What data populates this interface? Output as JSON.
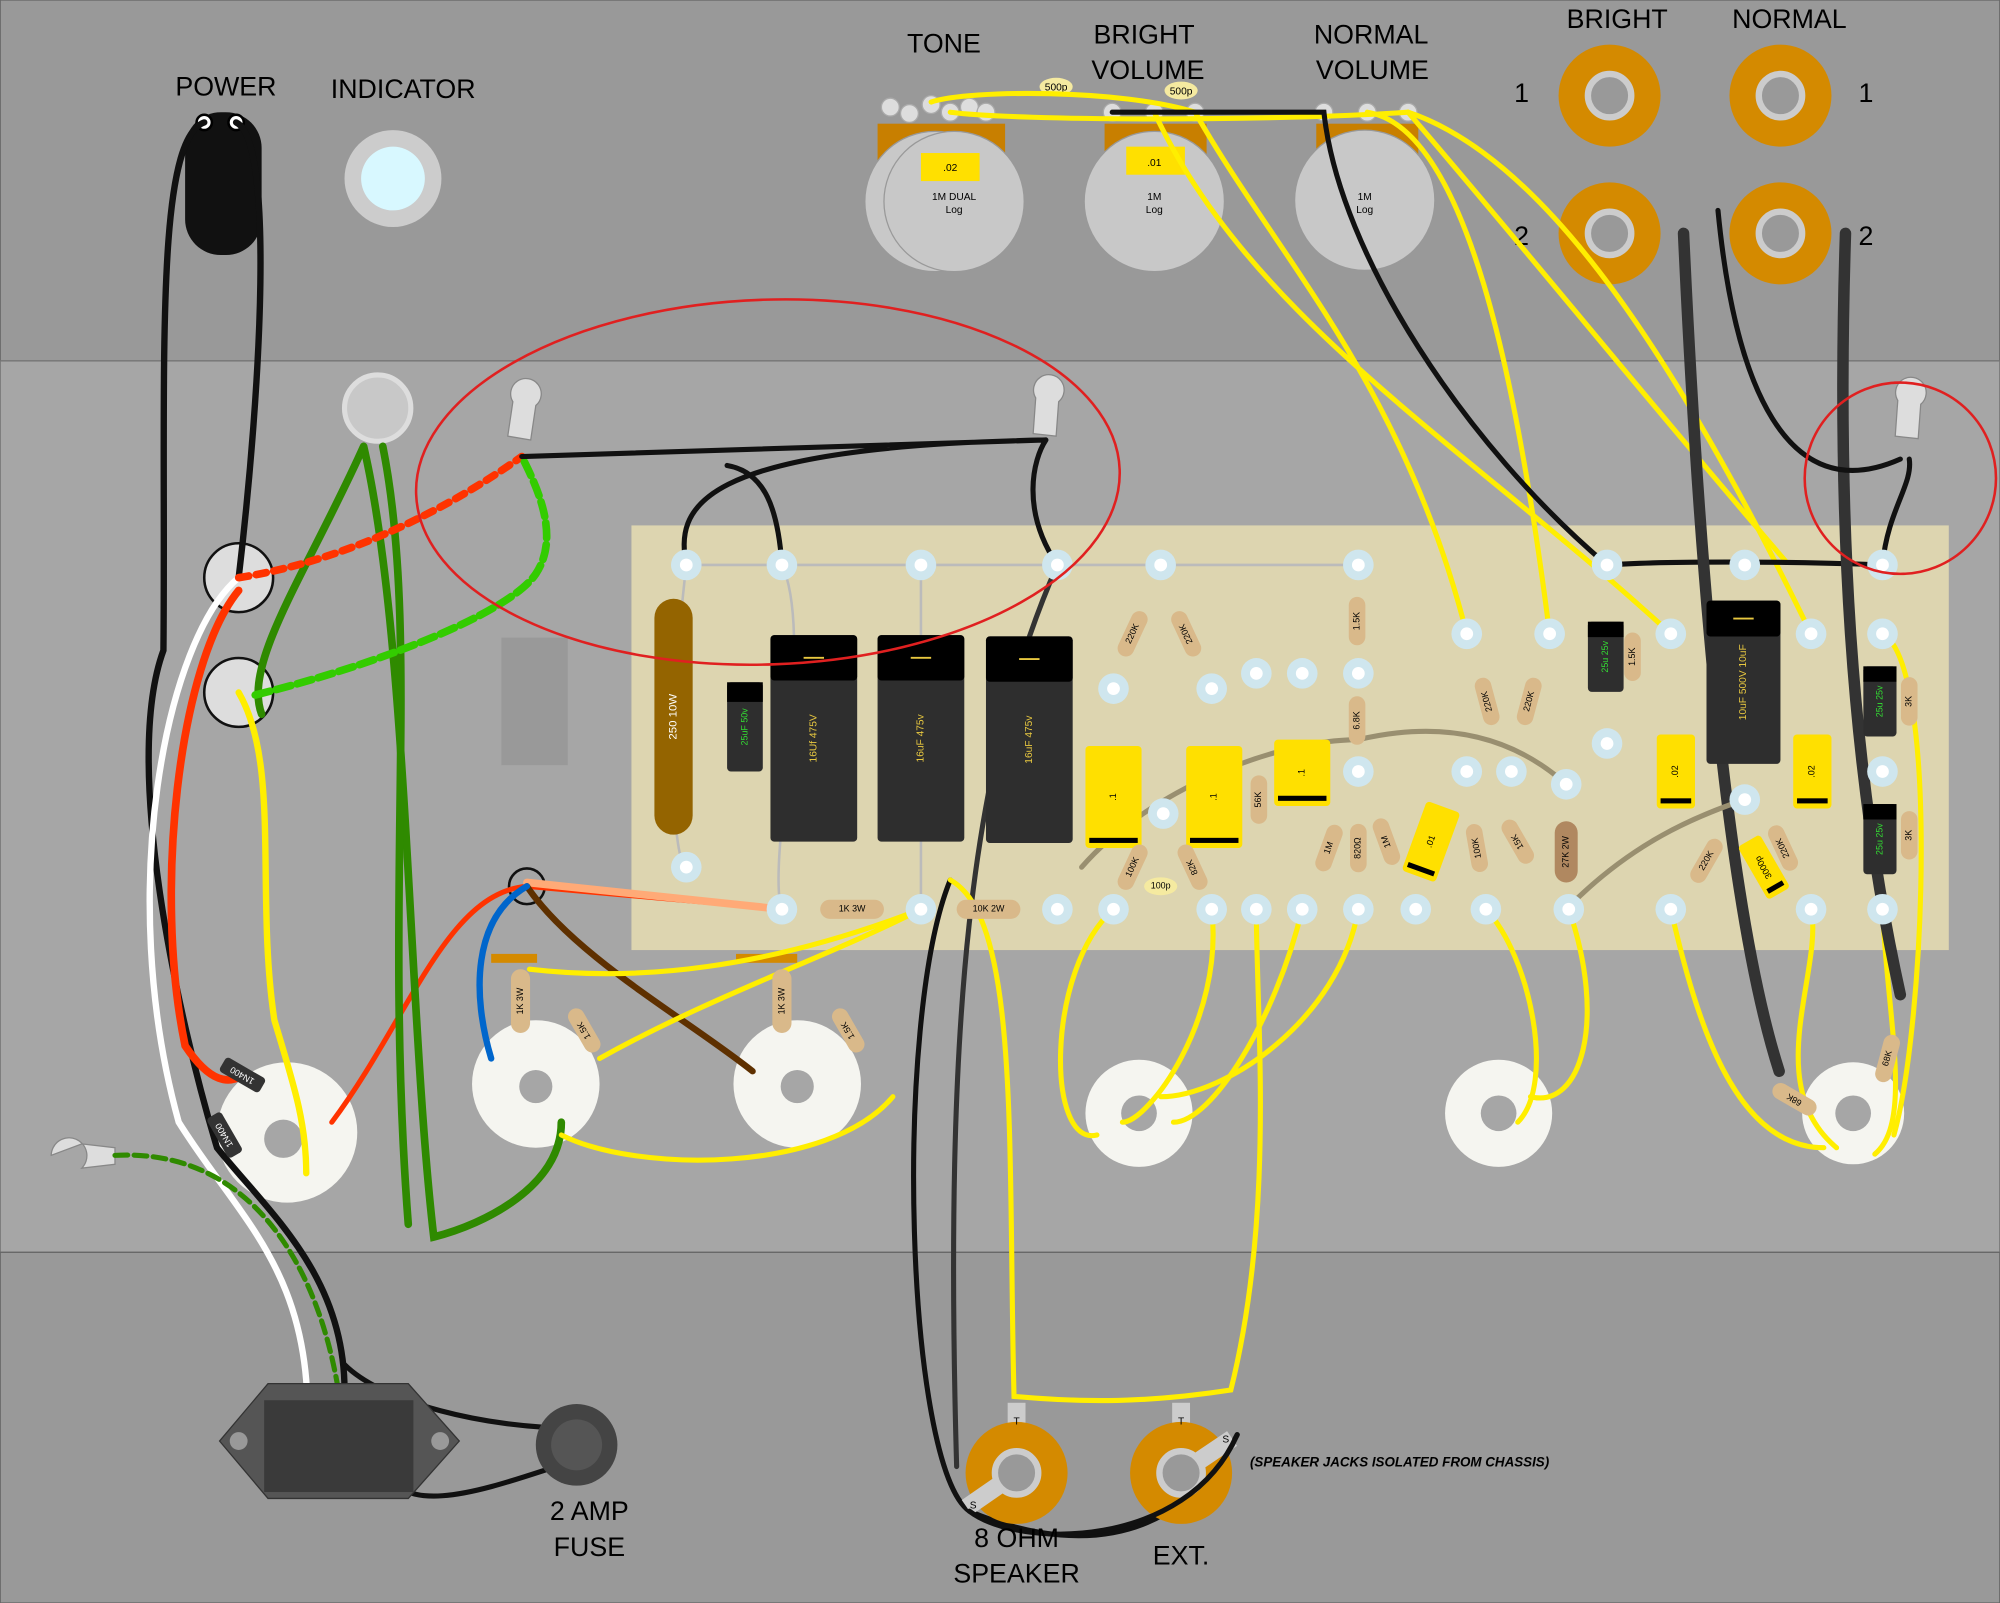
{
  "front_panel": {
    "power": "POWER",
    "indicator": "INDICATOR",
    "tone": "TONE",
    "bright_volume": [
      "BRIGHT",
      "VOLUME"
    ],
    "normal_volume": [
      "NORMAL",
      "VOLUME"
    ],
    "input_bright": "BRIGHT",
    "input_normal": "NORMAL",
    "jack_numbers": [
      "1",
      "2",
      "1",
      "2"
    ],
    "pots": [
      {
        "value": "1M DUAL",
        "taper": "Log",
        "cap": ".02"
      },
      {
        "value": "1M",
        "taper": "Log",
        "cap": ".01"
      },
      {
        "value": "1M",
        "taper": "Log"
      }
    ],
    "bright_caps": [
      "500p",
      "500p"
    ]
  },
  "rear_panel": {
    "fuse": [
      "2 AMP",
      "FUSE"
    ],
    "speaker": [
      "8 OHM",
      "SPEAKER"
    ],
    "ext": "EXT.",
    "note": "(SPEAKER JACKS ISOLATED FROM CHASSIS)",
    "jack_terminals": [
      "T",
      "S",
      "T",
      "S"
    ]
  },
  "components": [
    "250  10W",
    "25uF  50v",
    "16Uf  475V",
    "16uF  475v",
    "16uF  475v",
    "220K",
    "220K",
    ".1",
    ".1",
    ".1",
    "1.5K",
    "6.8K",
    "56K",
    "100K",
    "82K",
    "100p",
    "1M",
    "820Ω",
    "1M",
    ".01",
    "100K",
    "15K",
    "27K  2W",
    "220K",
    "220K",
    "25u 25v",
    "1.5K",
    ".02",
    "10uF 500V 10uF",
    ".02",
    "220K",
    "3000p",
    "220K",
    "25u 25v",
    "3K",
    "25u 25v",
    "3K",
    "1K 3W",
    "10K  2W",
    "1K 3W",
    "1.5K",
    "1K 3W",
    "1.5K",
    "1N400",
    "1N400",
    "68K",
    "68K"
  ],
  "colors": {
    "panel": "#999999",
    "chassis": "#a6a6a6",
    "board": "#ddd5b0",
    "highlight": "#e02020",
    "signal_wire": "#ffee00",
    "jack": "#d48a00"
  }
}
